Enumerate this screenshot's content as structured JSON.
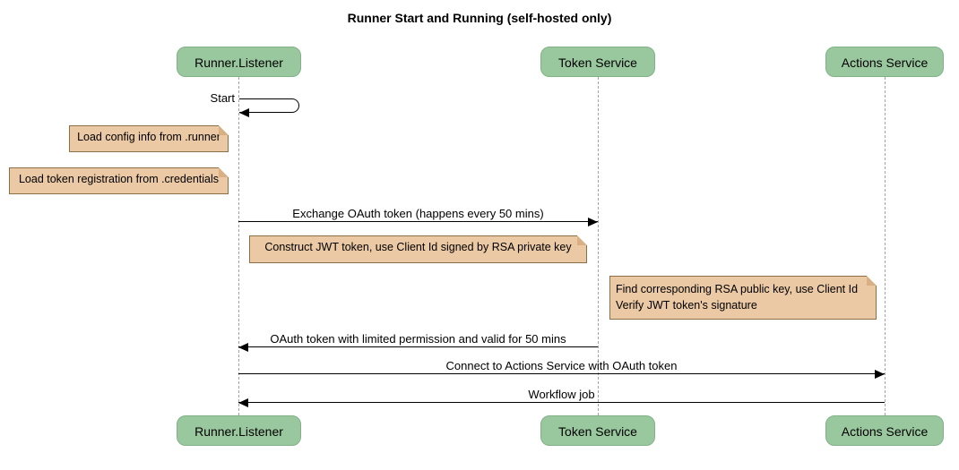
{
  "title": "Runner Start and Running (self-hosted only)",
  "colors": {
    "participant-fill": "#9AC89E",
    "participant-border": "#82B188",
    "note-fill": "#EBC9A4",
    "note-border": "#8B6F47",
    "note-fold": "#D8B083",
    "lifeline": "#A3A3A3",
    "arrow": "#000000",
    "text": "#000000",
    "background": "#FFFFFF"
  },
  "participants": [
    {
      "id": "runner-listener",
      "label": "Runner.Listener"
    },
    {
      "id": "token-service",
      "label": "Token Service"
    },
    {
      "id": "actions-service",
      "label": "Actions Service"
    }
  ],
  "messages": [
    {
      "label": "Start",
      "from": "runner-listener",
      "to": "runner-listener",
      "type": "self"
    },
    {
      "label": "Exchange OAuth token (happens every 50 mins)",
      "from": "runner-listener",
      "to": "token-service"
    },
    {
      "label": "OAuth token with limited permission and valid for 50 mins",
      "from": "token-service",
      "to": "runner-listener"
    },
    {
      "label": "Connect to Actions Service with OAuth token",
      "from": "runner-listener",
      "to": "actions-service"
    },
    {
      "label": "Workflow job",
      "from": "actions-service",
      "to": "runner-listener"
    }
  ],
  "notes": [
    {
      "label": "Load config info from .runner"
    },
    {
      "label": "Load token registration from .credentials"
    },
    {
      "label": "Construct JWT token, use Client Id signed by RSA private key"
    },
    {
      "lines": [
        "Find corresponding RSA public key, use Client Id",
        "Verify JWT token's signature"
      ]
    }
  ]
}
